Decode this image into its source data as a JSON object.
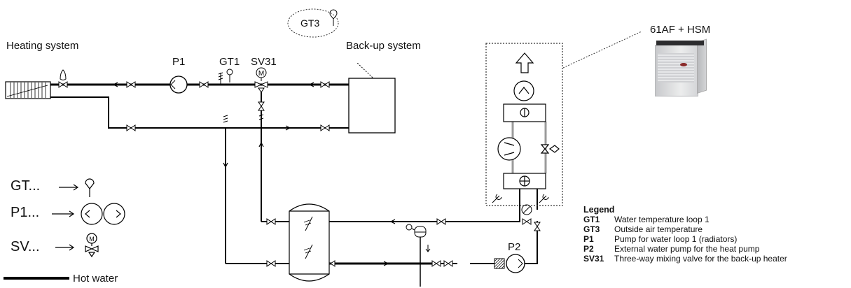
{
  "labels": {
    "heating_system": "Heating system",
    "backup_system": "Back-up system",
    "unit_name": "61AF + HSM",
    "gt3": "GT3",
    "p1": "P1",
    "gt1": "GT1",
    "sv31": "SV31",
    "p2": "P2"
  },
  "symbols_key": {
    "gt": "GT...",
    "p": "P1...",
    "sv": "SV...",
    "hot_water": "Hot water"
  },
  "legend": {
    "title": "Legend",
    "items": [
      {
        "code": "GT1",
        "desc": "Water temperature loop 1"
      },
      {
        "code": "GT3",
        "desc": "Outside air temperature"
      },
      {
        "code": "P1",
        "desc": "Pump for water loop 1 (radiators)"
      },
      {
        "code": "P2",
        "desc": "External water pump for the heat pump"
      },
      {
        "code": "SV31",
        "desc": "Three-way mixing valve for the back-up heater"
      }
    ]
  },
  "colors": {
    "pipe": "#000000",
    "unit_body": "#d9dadc",
    "dotted": "#333333"
  }
}
